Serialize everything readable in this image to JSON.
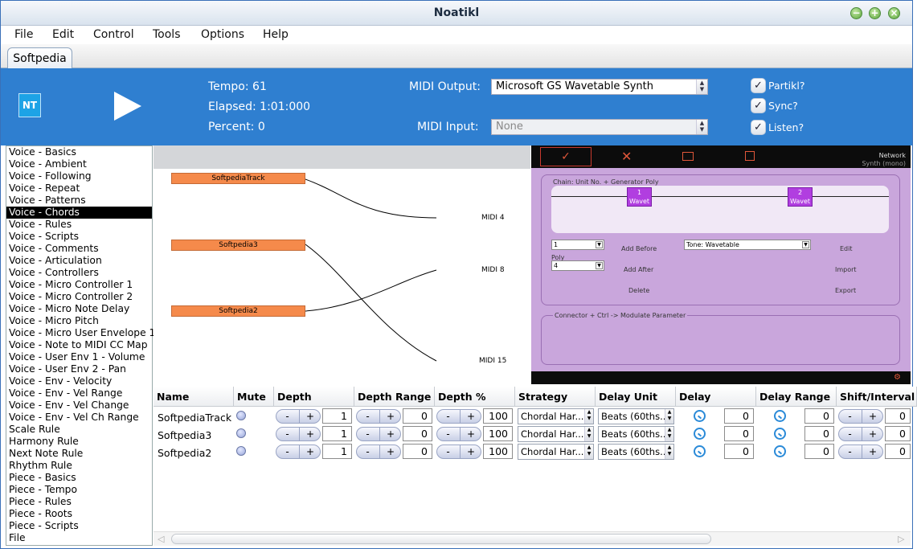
{
  "window": {
    "title": "Noatikl"
  },
  "menu": [
    "File",
    "Edit",
    "Control",
    "Tools",
    "Options",
    "Help"
  ],
  "tab": {
    "label": "Softpedia"
  },
  "status": {
    "tempo": "Tempo: 61",
    "elapsed": "Elapsed: 1:01:000",
    "percent": "Percent: 0",
    "midi_output_label": "MIDI Output:",
    "midi_output_value": "Microsoft GS Wavetable Synth",
    "midi_input_label": "MIDI Input:",
    "midi_input_value": "None",
    "logo_text": "NT"
  },
  "toggles": [
    {
      "label": "Partikl?",
      "checked": true
    },
    {
      "label": "Sync?",
      "checked": true
    },
    {
      "label": "Listen?",
      "checked": true
    }
  ],
  "sidebar": [
    "Voice - Basics",
    "Voice - Ambient",
    "Voice - Following",
    "Voice - Repeat",
    "Voice - Patterns",
    "Voice - Chords",
    "Voice - Rules",
    "Voice - Scripts",
    "Voice - Comments",
    "Voice - Articulation",
    "Voice - Controllers",
    "Voice - Micro Controller 1",
    "Voice - Micro Controller 2",
    "Voice - Micro Note Delay",
    "Voice - Micro Pitch",
    "Voice - Micro User Envelope 1",
    "Voice - Note to MIDI CC Map",
    "Voice - User Env 1 - Volume",
    "Voice - User Env 2 - Pan",
    "Voice - Env - Velocity",
    "Voice - Env - Vel Range",
    "Voice - Env - Vel Change",
    "Voice - Env - Vel Ch Range",
    "Scale Rule",
    "Harmony Rule",
    "Next Note Rule",
    "Rhythm Rule",
    "Piece - Basics",
    "Piece - Tempo",
    "Piece - Rules",
    "Piece - Roots",
    "Piece - Scripts",
    "File"
  ],
  "sidebar_selected": "Voice - Chords",
  "graph": {
    "nodes": [
      "SoftpediaTrack",
      "Softpedia3",
      "Softpedia2"
    ],
    "outputs": [
      "MIDI 4",
      "MIDI 8",
      "MIDI 15"
    ]
  },
  "synth": {
    "network_label": "Network",
    "synth_label": "Synth (mono)",
    "chain_label": "Chain: Unit No. + Generator Poly",
    "units": [
      {
        "num": "1",
        "name": "Wavet"
      },
      {
        "num": "2",
        "name": "Wavet"
      }
    ],
    "unit_field": "1",
    "poly_label": "Poly",
    "poly_value": "4",
    "add_before": "Add Before",
    "add_after": "Add After",
    "delete": "Delete",
    "tone": "Tone: Wavetable",
    "edit": "Edit",
    "import": "Import",
    "export": "Export",
    "connector_label": "Connector + Ctrl  -> Modulate Parameter"
  },
  "table": {
    "columns": [
      "Name",
      "Mute",
      "Depth",
      "Depth Range",
      "Depth %",
      "Strategy",
      "Delay Unit",
      "Delay",
      "Delay Range",
      "Shift/Interval"
    ],
    "rows": [
      {
        "name": "SoftpediaTrack",
        "depth": "1",
        "depth_range": "0",
        "depth_pct": "100",
        "strategy": "Chordal Har...",
        "delay_unit": "Beats (60ths...",
        "delay": "0",
        "delay_range": "0",
        "shift": "0"
      },
      {
        "name": "Softpedia3",
        "depth": "1",
        "depth_range": "0",
        "depth_pct": "100",
        "strategy": "Chordal Har...",
        "delay_unit": "Beats (60ths...",
        "delay": "0",
        "delay_range": "0",
        "shift": "0"
      },
      {
        "name": "Softpedia2",
        "depth": "1",
        "depth_range": "0",
        "depth_pct": "100",
        "strategy": "Chordal Har...",
        "delay_unit": "Beats (60ths...",
        "delay": "0",
        "delay_range": "0",
        "shift": "0"
      }
    ],
    "minus": "-",
    "plus": "+"
  }
}
